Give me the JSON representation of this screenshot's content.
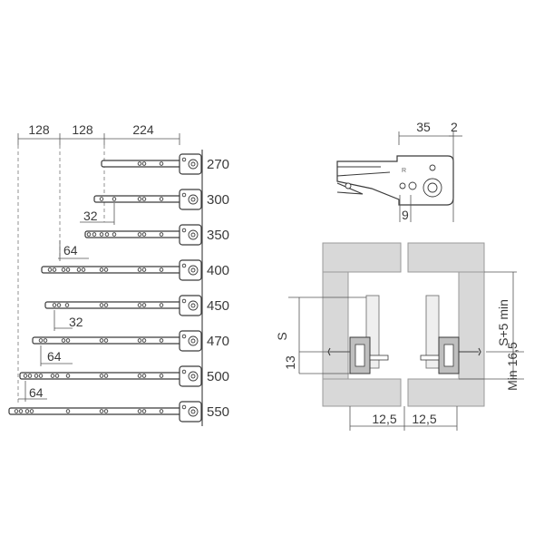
{
  "left_view": {
    "top_dims": [
      "128",
      "128",
      "224"
    ],
    "lengths": [
      "270",
      "300",
      "350",
      "400",
      "450",
      "470",
      "500",
      "550"
    ],
    "offsets": {
      "d32a": "32",
      "d64a": "64",
      "d32b": "32",
      "d64b": "64",
      "d64c": "64"
    }
  },
  "top_right_view": {
    "dim_35": "35",
    "dim_2": "2",
    "dim_9": "9",
    "marker": "R"
  },
  "section_view": {
    "S": "S",
    "dim_13": "13",
    "dim_12_5_left": "12,5",
    "dim_12_5_right": "12,5",
    "s_plus_5_min": "S+5 min",
    "min_16_5": "Min 16,5"
  }
}
